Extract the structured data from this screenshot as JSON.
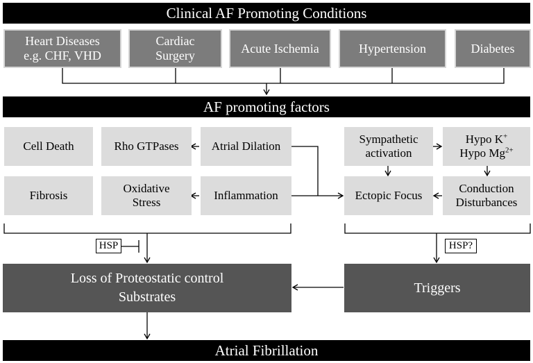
{
  "header": {
    "title": "Clinical AF Promoting Conditions"
  },
  "conditions": [
    {
      "line1": "Heart Diseases",
      "line2": "e.g. CHF, VHD"
    },
    {
      "line1": "Cardiac",
      "line2": "Surgery"
    },
    {
      "line1": "Acute Ischemia",
      "line2": ""
    },
    {
      "line1": "Hypertension",
      "line2": ""
    },
    {
      "line1": "Diabetes",
      "line2": ""
    }
  ],
  "factors_bar": {
    "title": "AF promoting factors"
  },
  "factors": {
    "cell_death": "Cell Death",
    "rho_gtpases": "Rho GTPases",
    "atrial_dilation": "Atrial Dilation",
    "fibrosis": "Fibrosis",
    "oxidative_stress_1": "Oxidative",
    "oxidative_stress_2": "Stress",
    "inflammation": "Inflammation",
    "sympathetic_1": "Sympathetic",
    "sympathetic_2": "activation",
    "hypo_k_prefix": "Hypo K",
    "hypo_k_sup": "+",
    "hypo_mg_prefix": "Hypo Mg",
    "hypo_mg_sup": "2+",
    "ectopic_focus": "Ectopic Focus",
    "conduction_1": "Conduction",
    "conduction_2": "Disturbances"
  },
  "hsp_left": "HSP",
  "hsp_right": "HSP?",
  "substrates": {
    "line1": "Loss of Proteostatic control",
    "line2": "Substrates"
  },
  "triggers": "Triggers",
  "footer": {
    "title": "Atrial Fibrillation"
  }
}
